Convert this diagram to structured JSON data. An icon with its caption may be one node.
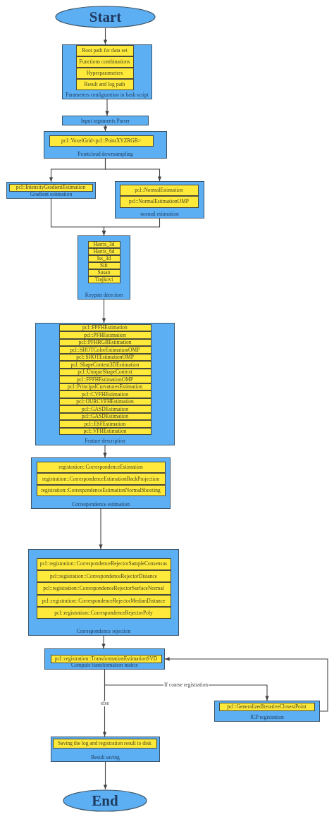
{
  "diagram": {
    "nodes": [
      {
        "text": [
          "Start"
        ]
      },
      {
        "text": [
          "Parameters configuration in bash script"
        ]
      },
      {
        "text": [
          "Root path for data set"
        ],
        "in": 1
      },
      {
        "text": [
          "Functions combinations"
        ],
        "in": 1
      },
      {
        "text": [
          "Hyperparameters"
        ],
        "in": 1
      },
      {
        "text": [
          "Result and log path"
        ],
        "in": 1
      },
      {
        "text": [
          "Input arguments Parser"
        ]
      },
      {
        "text": [
          "Pointcloud downsampling"
        ]
      },
      {
        "text": [
          "pcl::VoxelGrid<pcl::PointXYZRGB>"
        ],
        "in": 7
      },
      {
        "text": [
          "Gradient estimation"
        ]
      },
      {
        "text": [
          "pcl::IntensityGradientEstimation"
        ],
        "in": 9
      },
      {
        "text": [
          "normal estimation"
        ]
      },
      {
        "text": [
          "pcl::NormalEstimation"
        ],
        "in": 11
      },
      {
        "text": [
          "pcl::NormalEstimationOMP"
        ],
        "in": 11
      },
      {
        "text": [
          "Keypint detection"
        ]
      },
      {
        "text": [
          "Harris_3d"
        ],
        "in": 14
      },
      {
        "text": [
          "Harris_6d"
        ],
        "in": 14
      },
      {
        "text": [
          "Iss_3d"
        ],
        "in": 14
      },
      {
        "text": [
          "Sift"
        ],
        "in": 14
      },
      {
        "text": [
          "Susan"
        ],
        "in": 14
      },
      {
        "text": [
          "Trajkovi"
        ],
        "in": 14
      },
      {
        "text": [
          "Feature description"
        ]
      },
      {
        "text": [
          "pcl::FPFHEstimation"
        ],
        "in": 21
      },
      {
        "text": [
          "pcl::PFHEstimation"
        ],
        "in": 21
      },
      {
        "text": [
          "pcl::PFHRGBEstimation"
        ],
        "in": 21
      },
      {
        "text": [
          "pcl::SHOTColorEstimationOMP"
        ],
        "in": 21
      },
      {
        "text": [
          "pcl::SHOTEstimationOMP"
        ],
        "in": 21
      },
      {
        "text": [
          "pcl::ShapeContext3DEstimation"
        ],
        "in": 21
      },
      {
        "text": [
          "pcl::UniqueShapeContext"
        ],
        "in": 21
      },
      {
        "text": [
          "pcl::FPFHEstimationOMP"
        ],
        "in": 21
      },
      {
        "text": [
          "pcl::PrincipalCurvaturesEstimation"
        ],
        "in": 21
      },
      {
        "text": [
          "pcl::CVFHEstimation"
        ],
        "in": 21
      },
      {
        "text": [
          "pcl::OURCVFHEstimation"
        ],
        "in": 21
      },
      {
        "text": [
          "pcl::GASDEstimation"
        ],
        "in": 21
      },
      {
        "text": [
          "pcl::GASDEstimation"
        ],
        "in": 21
      },
      {
        "text": [
          "pcl::ESFEstimation"
        ],
        "in": 21
      },
      {
        "text": [
          "pcl::VFHEstimation"
        ],
        "in": 21
      },
      {
        "text": [
          "Correspondence estimation"
        ]
      },
      {
        "text": [
          "registration::CorrespondenceEstimation"
        ],
        "in": 37
      },
      {
        "text": [
          "registration::CorrespondenceEstimationBackProjection"
        ],
        "in": 37
      },
      {
        "text": [
          "registration::CorrespondenceEstimationNormalShooting"
        ],
        "in": 37
      },
      {
        "text": [
          "Correspondence rejection"
        ]
      },
      {
        "text": [
          "pcl::registration::CorrespondenceRejectorSampleConsensus"
        ],
        "in": 41
      },
      {
        "text": [
          "pcl::registration::CorrespondenceRejectorDistance"
        ],
        "in": 41
      },
      {
        "text": [
          "pcl::registration::CorrespondenceRejectorSurfaceNormal"
        ],
        "in": 41
      },
      {
        "text": [
          "pcl::registration::CorrespondenceRejectorMedianDistance"
        ],
        "in": 41
      },
      {
        "text": [
          "pcl::registration::CorrespondenceRejectorPoly"
        ],
        "in": 41
      },
      {
        "text": [
          "Compute transformation matrix"
        ]
      },
      {
        "text": [
          "pcl::registration::TransformationEstimationSVD"
        ],
        "in": 47
      },
      {
        "text": [
          "ICP registration"
        ]
      },
      {
        "text": [
          "pcl::GeneralizedIterativeClosestPoint"
        ],
        "in": 49
      },
      {
        "text": [
          "Result saving"
        ]
      },
      {
        "text": [
          "Saving the log and registration result to disk"
        ],
        "in": 51
      },
      {
        "text": [
          "End"
        ]
      }
    ],
    "edges": [
      {
        "from": 0,
        "to": 1,
        "arrow": "to"
      },
      {
        "from": 1,
        "to": 6,
        "arrow": "to"
      },
      {
        "from": 6,
        "to": 7,
        "arrow": "to"
      },
      {
        "from": 7,
        "to": 9,
        "arrow": "to"
      },
      {
        "from": 7,
        "to": 11,
        "arrow": "to"
      },
      {
        "from": 9,
        "to": 14,
        "arrow": "to"
      },
      {
        "from": 11,
        "to": 14,
        "arrow": "to"
      },
      {
        "from": 14,
        "to": 21,
        "arrow": "to"
      },
      {
        "from": 21,
        "to": 37,
        "arrow": "to"
      },
      {
        "from": 37,
        "to": 41,
        "arrow": "to"
      },
      {
        "from": 41,
        "to": 47,
        "arrow": "to"
      },
      {
        "from": 47,
        "to": 49,
        "arrow": "to",
        "label": "If coarse registration"
      },
      {
        "from": 49,
        "to": 47,
        "arrow": "to"
      },
      {
        "from": 47,
        "to": 51,
        "arrow": "to",
        "label": "else"
      },
      {
        "from": 51,
        "to": 53,
        "arrow": "to"
      }
    ]
  }
}
